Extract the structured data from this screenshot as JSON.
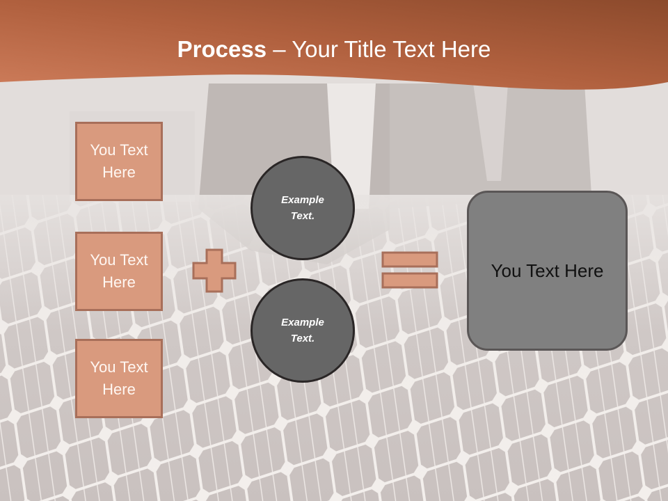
{
  "slide": {
    "title_bold": "Process",
    "title_dash": " – ",
    "title_rest": "Your Title Text Here",
    "colors": {
      "header_dark": "#8a4a2e",
      "header_light": "#c97c58",
      "box_fill": "#d99a7e",
      "box_border": "#a86f5a",
      "circle_fill": "#666666",
      "result_fill": "#808080"
    }
  },
  "left_boxes": [
    {
      "line1": "You Text",
      "line2": "Here"
    },
    {
      "line1": "You Text",
      "line2": "Here"
    },
    {
      "line1": "You Text",
      "line2": "Here"
    }
  ],
  "operators": {
    "plus": "plus-icon",
    "equals": "equals-icon"
  },
  "circles": [
    {
      "line1": "Example",
      "line2": "Text."
    },
    {
      "line1": "Example",
      "line2": "Text."
    }
  ],
  "result": {
    "text": "You Text Here"
  }
}
